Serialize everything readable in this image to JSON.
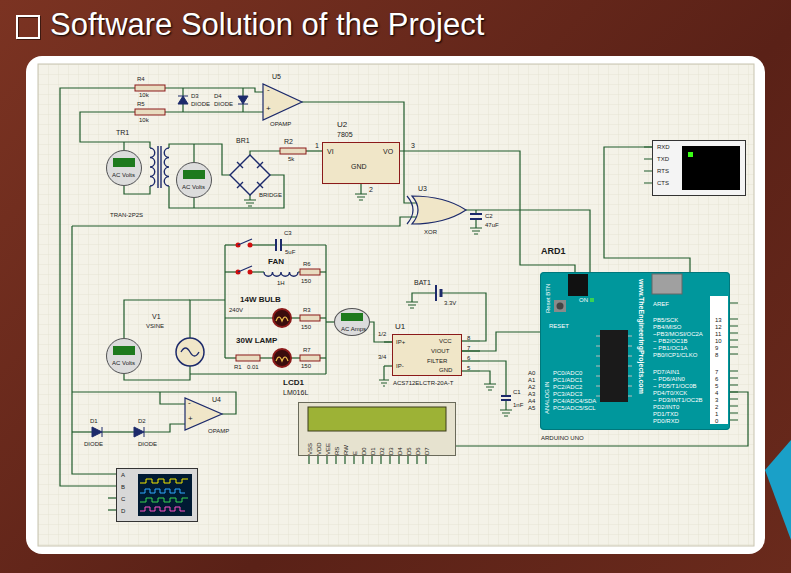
{
  "diagram": {
    "title": "Software Solution of the Project",
    "nodes": [
      {
        "text": [
          "U2",
          "7805",
          "1",
          "VI",
          "VO",
          "3",
          "GND",
          "2"
        ]
      },
      {
        "text": [
          "U1",
          "IP+",
          "IP-",
          "VCC",
          "VIOUT",
          "FILTER",
          "GND",
          "8",
          "7",
          "6",
          "5",
          "1/2",
          "3/4",
          "ACS712ELCTR-20A-T"
        ]
      },
      {
        "text": [
          "LCD1",
          "LM016L",
          "VSS",
          "VDD",
          "VEE",
          "RS",
          "RW",
          "E",
          "D0",
          "D1",
          "D2",
          "D3",
          "D4",
          "D5",
          "D6",
          "D7"
        ]
      },
      {
        "text": [
          "ARD1",
          "Reset BTN",
          "ON",
          "RESET",
          "www.TheEngineeringProjects.com",
          "AREF",
          "PB5/SCK",
          "PB4/MISO",
          "~PB3/MOSI/OC2A",
          "~ PB2/OC1B",
          "~ PB1/OC1A",
          "PB0/ICP1/CLKO",
          "PD7/AIN1",
          "~ PD6/AIN0",
          "~ PD5/T1/OC0B",
          "PD4/T0/XCK",
          "~ PD3/INT1/OC2B",
          "PD2/INT0",
          "PD1/TXD",
          "PD0/RXD",
          "13",
          "12",
          "11",
          "10",
          "9",
          "8",
          "7",
          "6",
          "5",
          "4",
          "3",
          "2",
          "1",
          "0",
          "A0",
          "A1",
          "A2",
          "A3",
          "A4",
          "A5",
          "PC0/ADC0",
          "PC1/ADC1",
          "PC2/ADC2",
          "PC3/ADC3",
          "PC4/ADC4/SDA",
          "PC5/ADC5/SCL",
          "ANALOG IN",
          "ARDUINO UNO"
        ]
      },
      {
        "text": [
          "RXD",
          "TXD",
          "RTS",
          "CTS"
        ]
      },
      {
        "text": [
          "A",
          "B",
          "C",
          "D"
        ]
      },
      {
        "text": [
          "AC Volts"
        ]
      },
      {
        "text": [
          "AC Volts"
        ]
      },
      {
        "text": [
          "AC Volts"
        ]
      },
      {
        "text": [
          "AC Amps"
        ]
      }
    ],
    "edges": [
      {
        "from": 1,
        "to": 3,
        "arrow": "none"
      },
      {
        "from": 2,
        "to": 3,
        "arrow": "none"
      },
      {
        "from": 4,
        "to": 3,
        "arrow": "none"
      },
      {
        "from": 9,
        "to": 1,
        "arrow": "none"
      }
    ],
    "labels": [
      "R4",
      "10k",
      "R5",
      "10k",
      "D3",
      "DIODE",
      "D4",
      "DIODE",
      "U5",
      "-",
      "+",
      "OPAMP",
      "TR1",
      "TRAN-2P2S",
      "BR1",
      "BRIDGE",
      "R2",
      "5k",
      "U3",
      "XOR",
      "C2",
      "47uF",
      "C3",
      "5uF",
      "FAN",
      "1H",
      "R6",
      "150",
      "14W BULB",
      "240V",
      "R3",
      "150",
      "30W LAMP",
      "R1",
      "0.01",
      "R7",
      "150",
      "V1",
      "VSINE",
      "BAT1",
      "3.3V",
      "C1",
      "1nF",
      "U4",
      "-",
      "+",
      "OPAMP",
      "D1",
      "DIODE",
      "D2",
      "DIODE"
    ]
  }
}
